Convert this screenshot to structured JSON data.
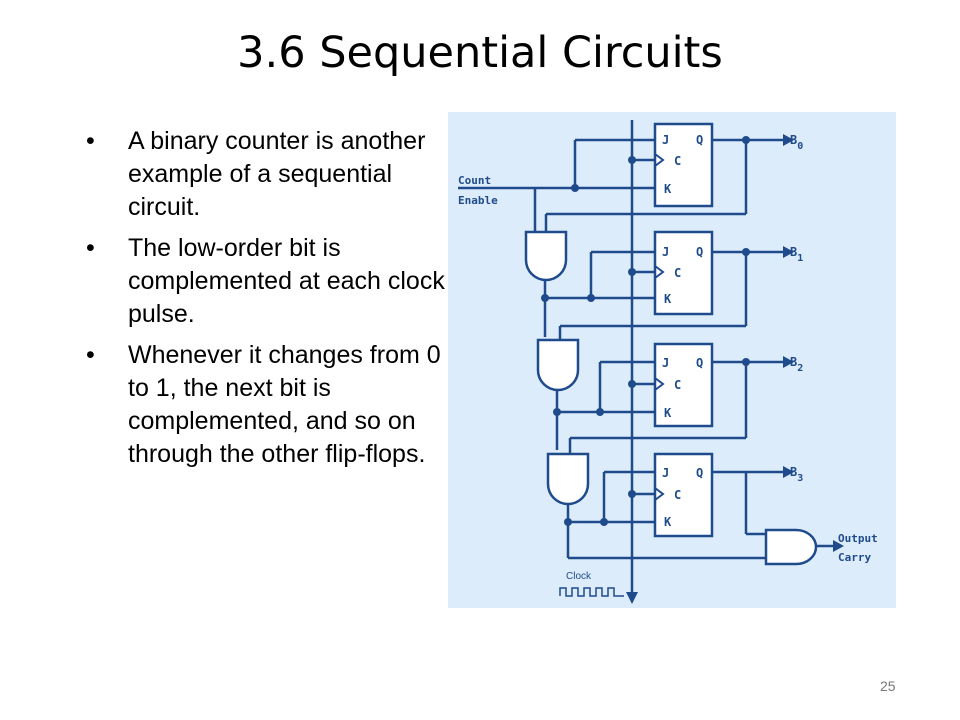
{
  "slide": {
    "title": "3.6 Sequential Circuits",
    "page_number": "25",
    "bullet_glyph": "•",
    "bullets": [
      "A binary counter is another example of a sequential circuit.",
      "The low-order bit is complemented at each clock pulse.",
      "Whenever it changes from 0 to 1, the next bit is complemented, and so on through the other flip-flops."
    ]
  },
  "diagram": {
    "input_label_line1": "Count",
    "input_label_line2": "Enable",
    "flipflop_pin_j": "J",
    "flipflop_pin_q": "Q",
    "flipflop_pin_c": "C",
    "flipflop_pin_k": "K",
    "outputs": [
      {
        "letter": "B",
        "sub": "0"
      },
      {
        "letter": "B",
        "sub": "1"
      },
      {
        "letter": "B",
        "sub": "2"
      },
      {
        "letter": "B",
        "sub": "3"
      }
    ],
    "carry_label_line1": "Output",
    "carry_label_line2": "Carry",
    "clock_label": "Clock",
    "colors": {
      "wire": "#1f4b8c",
      "background": "#dcecfa",
      "box_fill": "#ffffff"
    }
  }
}
